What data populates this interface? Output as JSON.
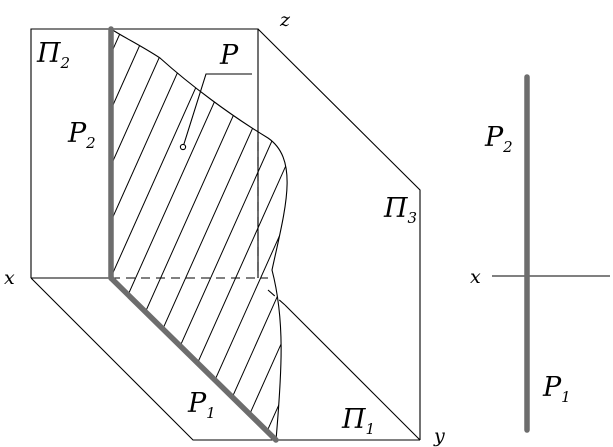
{
  "labels": {
    "axis_z": "z",
    "axis_x": "x",
    "axis_y": "y",
    "plane_front": "Π",
    "plane_front_sub": "2",
    "plane_side": "Π",
    "plane_side_sub": "3",
    "plane_horizontal": "Π",
    "plane_horizontal_sub": "1",
    "plane_P": "P",
    "trace_front": "P",
    "trace_front_sub": "2",
    "trace_horizontal": "P",
    "trace_horizontal_sub": "1"
  },
  "epure": {
    "axis_x": "x",
    "trace_front": "P",
    "trace_front_sub": "2",
    "trace_horizontal": "P",
    "trace_horizontal_sub": "1"
  }
}
